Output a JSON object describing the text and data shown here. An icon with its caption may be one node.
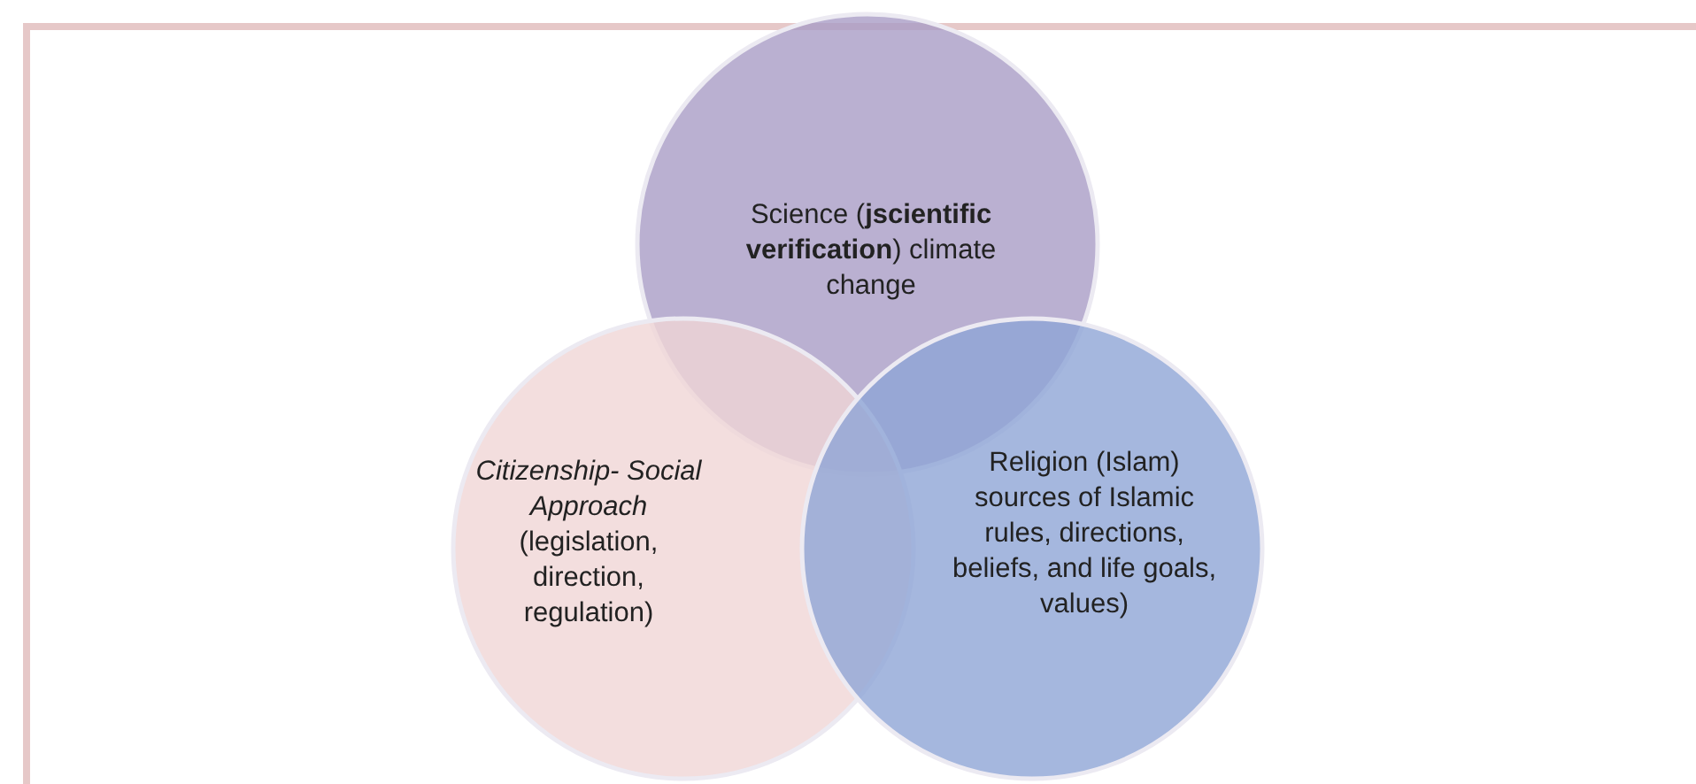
{
  "diagram": {
    "nodes": [
      {
        "text": [
          "Science (**jscientific verification**) climate change"
        ]
      },
      {
        "text": [
          "*Citizenship- Social Approach* (legislation, direction, regulation)"
        ]
      },
      {
        "text": [
          "Religion (Islam) sources of Islamic rules, directions, beliefs, and life goals, values)"
        ]
      }
    ]
  }
}
